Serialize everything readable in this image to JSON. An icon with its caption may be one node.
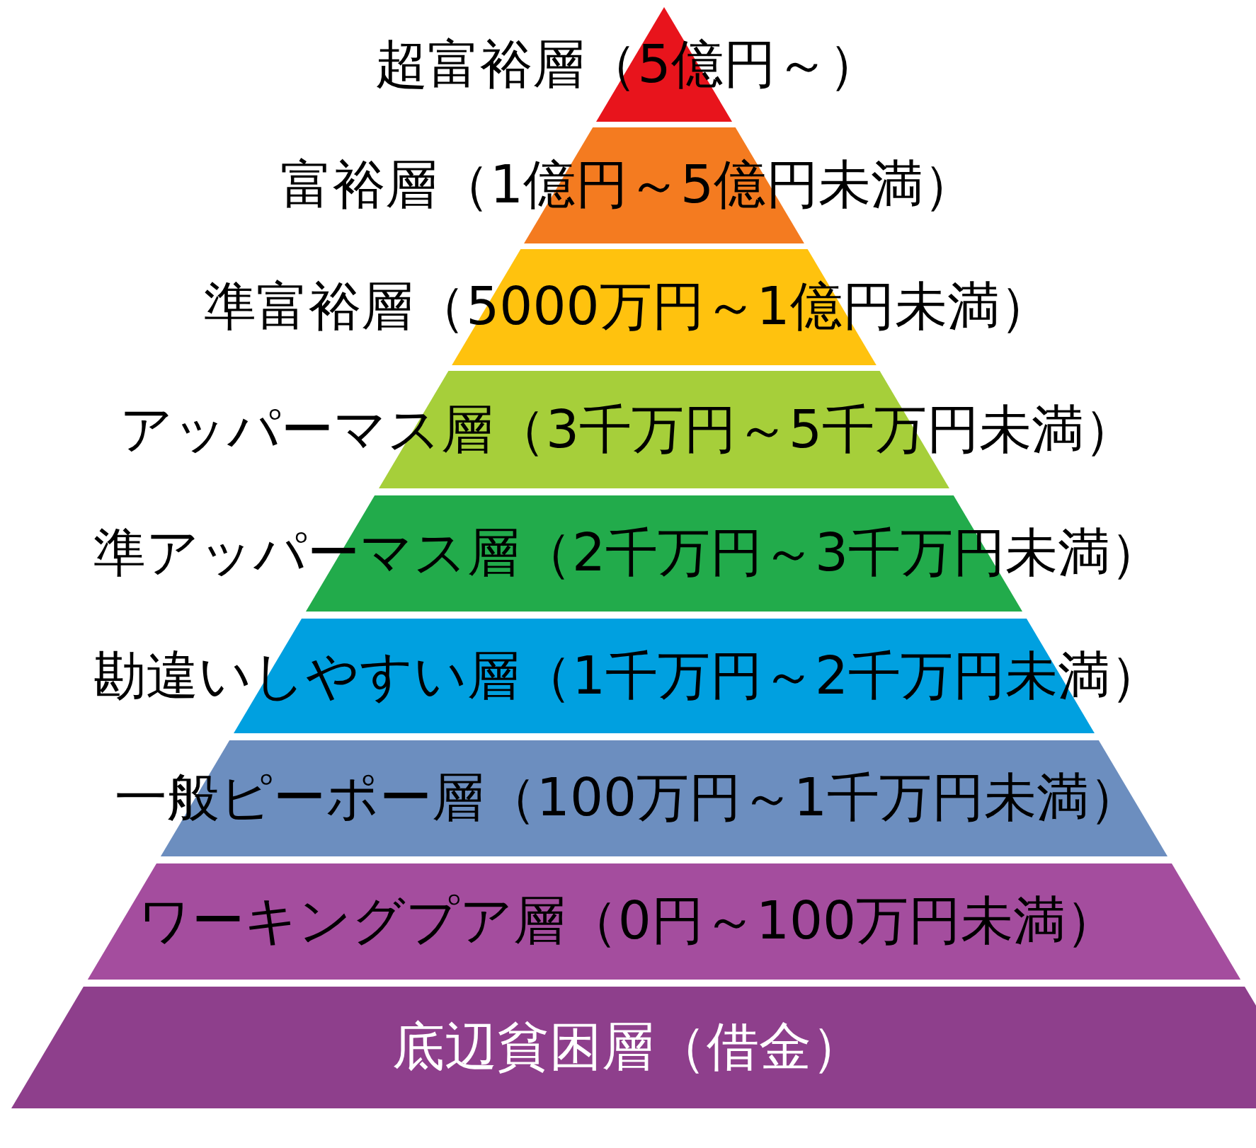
{
  "diagram": {
    "nodes": [
      {
        "text": [
          "超富裕層（5億円～）"
        ]
      },
      {
        "text": [
          "富裕層（1億円～5億円未満）"
        ]
      },
      {
        "text": [
          "準富裕層（5000万円～1億円未満）"
        ]
      },
      {
        "text": [
          "アッパーマス層（3千万円～5千万円未満）"
        ]
      },
      {
        "text": [
          "準アッパーマス層（2千万円～3千万円未満）"
        ]
      },
      {
        "text": [
          "勘違いしやすい層（1千万円～2千万円未満）"
        ]
      },
      {
        "text": [
          "一般ピーポー層（100万円～1千万円未満）"
        ]
      },
      {
        "text": [
          "ワーキングプア層（0円～100万円未満）"
        ]
      },
      {
        "text": [
          "底辺貧困層（借金）"
        ]
      }
    ]
  }
}
